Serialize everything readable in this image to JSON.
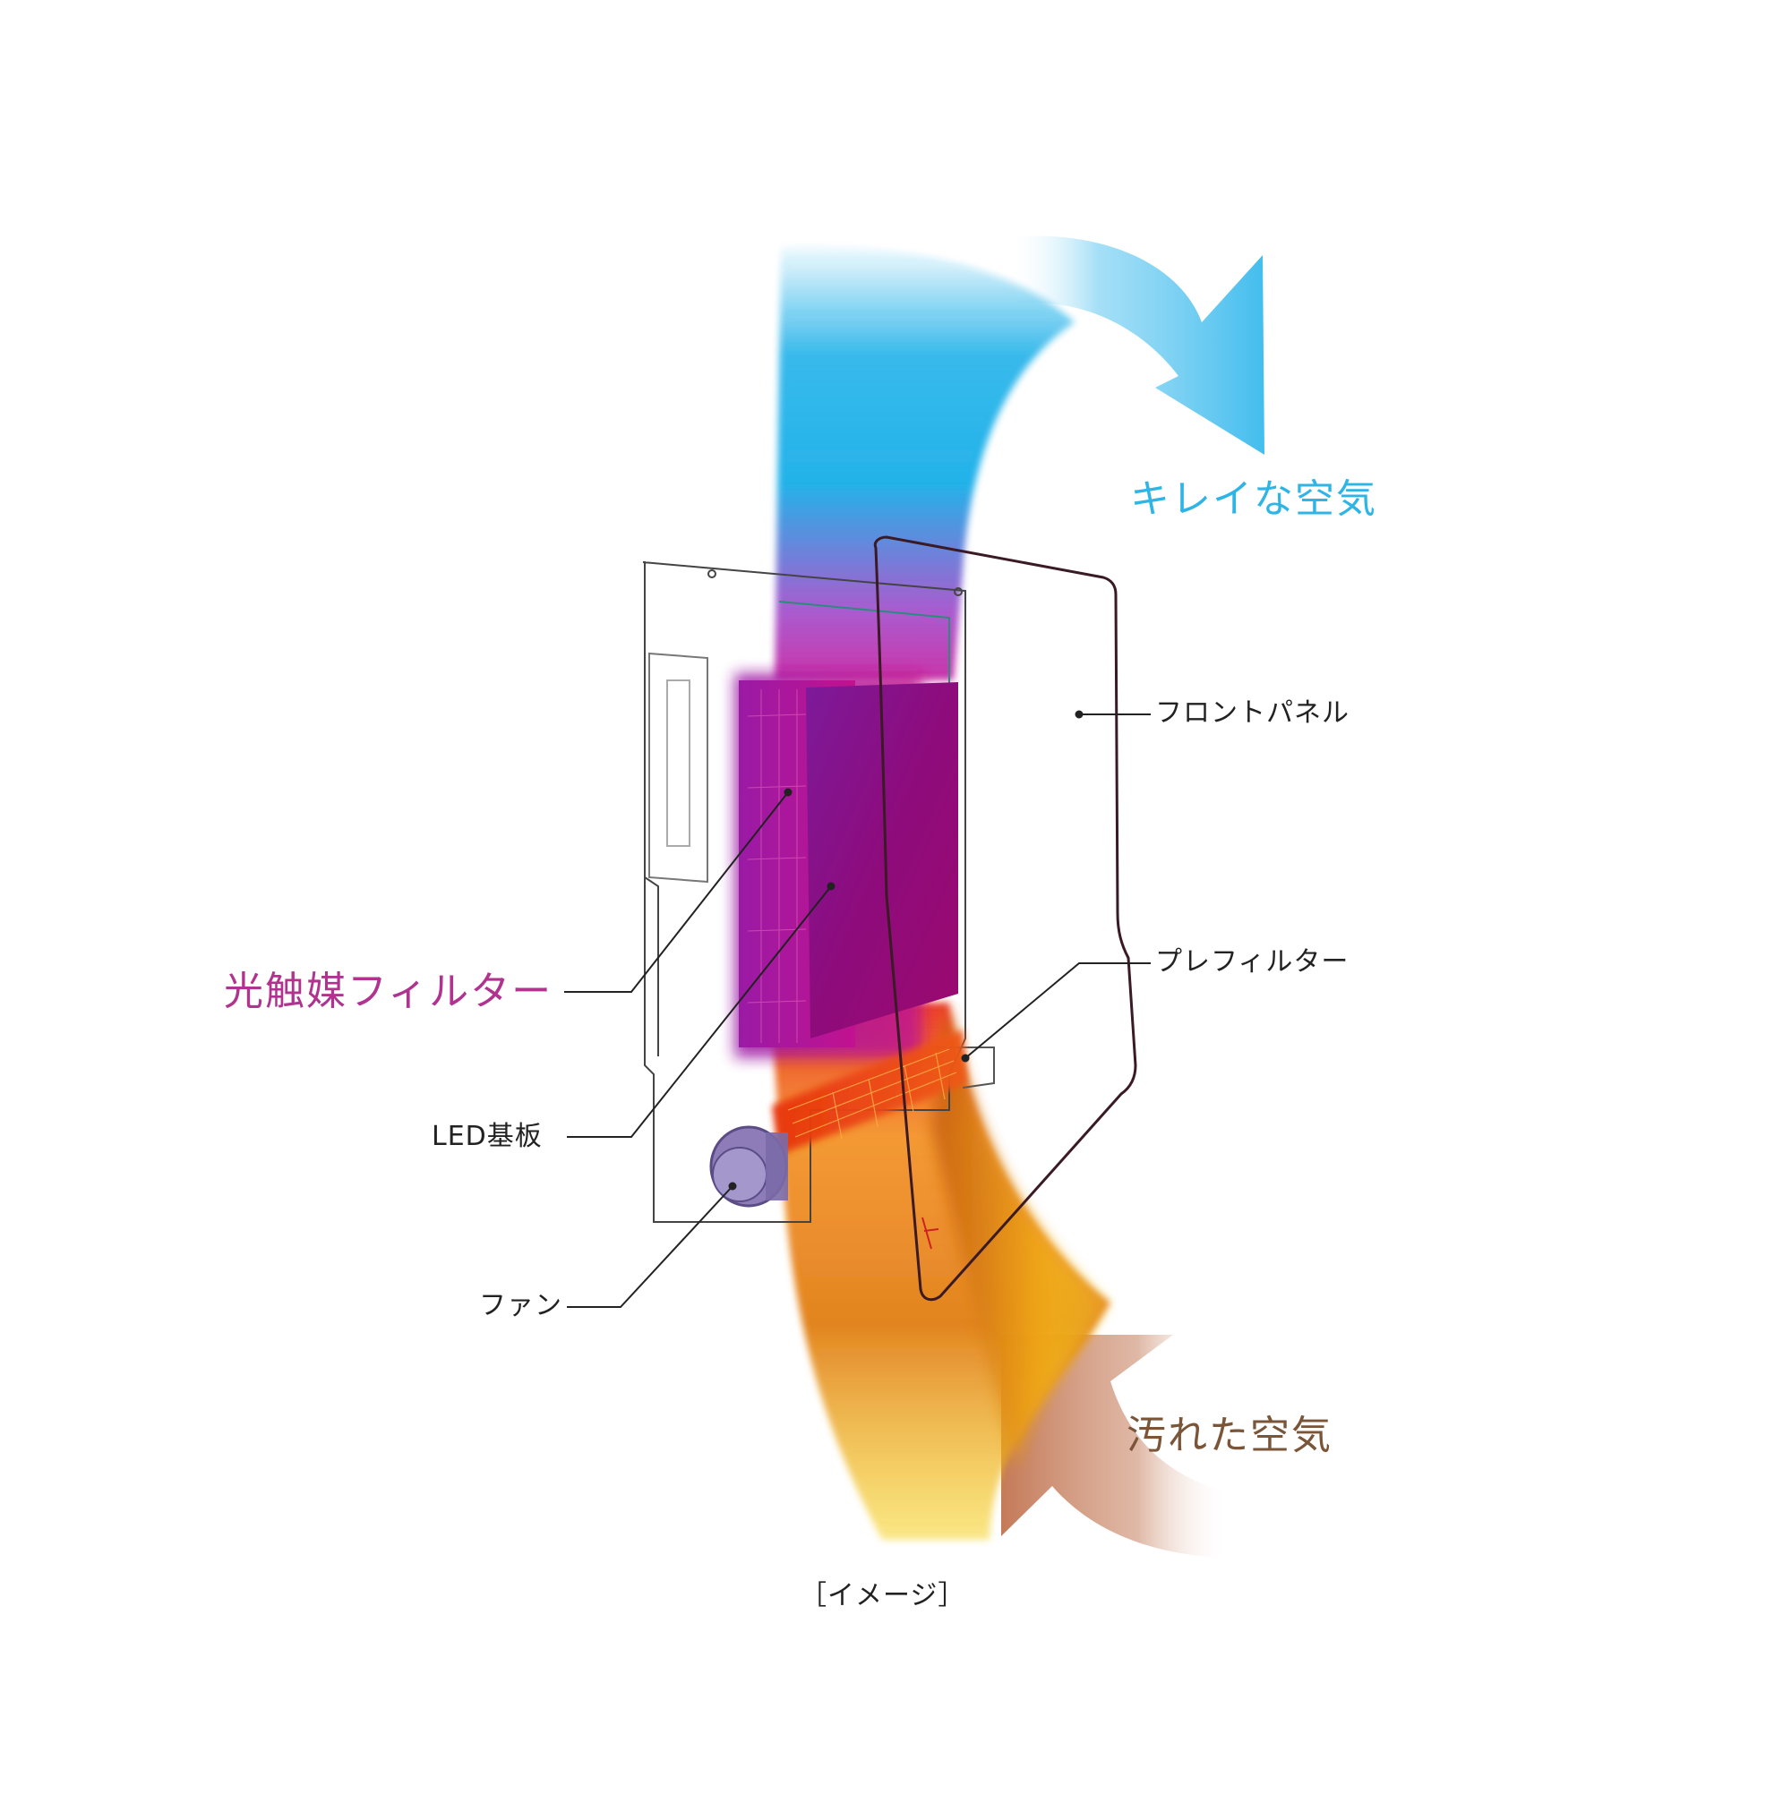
{
  "labels": {
    "clean_air": "キレイな空気",
    "dirty_air": "汚れた空気",
    "front_panel": "フロントパネル",
    "prefilter": "プレフィルター",
    "photocatalyst_filter": "光触媒フィルター",
    "led_board": "LED基板",
    "fan": "ファン",
    "caption": "［イメージ］"
  },
  "colors": {
    "clean_air": "#2fb4e6",
    "dirty_air": "#7a5538",
    "photocatalyst_filter": "#b0338f",
    "leader_text": "#222222",
    "filter": "#8a0a78",
    "blue_flow": "#19aee8",
    "orange_flow": "#f4a21c",
    "red_led": "#e8230e",
    "fan": "#7a6aa8"
  }
}
